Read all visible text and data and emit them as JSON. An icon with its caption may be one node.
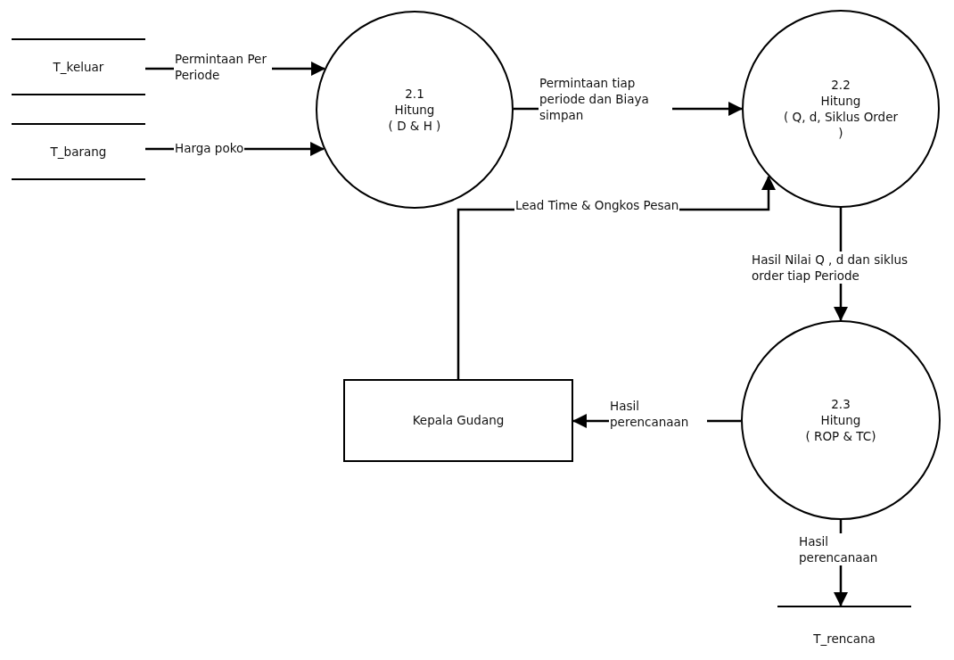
{
  "diagram": {
    "nodes": [
      {
        "text": [
          "T_keluar"
        ]
      },
      {
        "text": [
          "T_barang"
        ]
      },
      {
        "text": [
          "2.1",
          "Hitung",
          "( D & H )"
        ]
      },
      {
        "text": [
          "2.2",
          "Hitung",
          "( Q, d, Siklus Order )"
        ]
      },
      {
        "text": [
          "2.3",
          "Hitung",
          "( ROP & TC)"
        ]
      },
      {
        "text": [
          "Kepala Gudang"
        ]
      },
      {
        "text": [
          "T_rencana"
        ]
      }
    ],
    "edges": [
      {
        "from": 0,
        "to": 2,
        "arrow": "to",
        "label": "Permintaan Per Periode"
      },
      {
        "from": 1,
        "to": 2,
        "arrow": "to",
        "label": "Harga poko"
      },
      {
        "from": 2,
        "to": 3,
        "arrow": "to",
        "label": "Permintaan tiap periode dan Biaya simpan"
      },
      {
        "from": 5,
        "to": 3,
        "arrow": "to",
        "label": "Lead Time & Ongkos Pesan"
      },
      {
        "from": 3,
        "to": 4,
        "arrow": "to",
        "label": "Hasil Nilai Q , d dan siklus order tiap Periode"
      },
      {
        "from": 4,
        "to": 5,
        "arrow": "to",
        "label": "Hasil perencanaan"
      },
      {
        "from": 4,
        "to": 6,
        "arrow": "to",
        "label": "Hasil perencanaan"
      }
    ]
  }
}
